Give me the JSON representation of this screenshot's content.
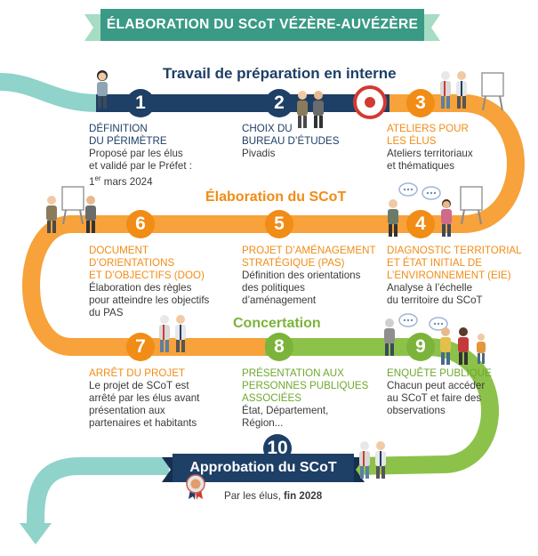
{
  "title": "ÉLABORATION DU SCoT VÉZÈRE-AUVÉZÈRE",
  "phases": {
    "internal": "Travail de préparation en interne",
    "elaboration": "Élaboration du SCoT",
    "concertation": "Concertation"
  },
  "steps": [
    {
      "num": "1",
      "title": "DÉFINITION\nDU PÉRIMÈTRE",
      "desc": "Proposé par les élus\net validé par le Préfet :\n",
      "desc_tail_1": "1",
      "desc_sup": "er",
      "desc_tail_2": " mars 2024"
    },
    {
      "num": "2",
      "title": "CHOIX DU\nBUREAU D’ÉTUDES",
      "desc": "Pivadis"
    },
    {
      "num": "3",
      "title": "ATELIERS POUR\nLES ÉLUS",
      "desc": "Ateliers territoriaux\net thématiques"
    },
    {
      "num": "4",
      "title": "DIAGNOSTIC TERRITORIAL\nET ÉTAT INITIAL DE\nL’ENVIRONNEMENT (EIE)",
      "desc": "Analyse à l’échelle\ndu territoire du SCoT"
    },
    {
      "num": "5",
      "title": "PROJET D’AMÉNAGEMENT\nSTRATÉGIQUE (PAS)",
      "desc": "Définition des orientations\ndes politiques\nd’aménagement"
    },
    {
      "num": "6",
      "title": "DOCUMENT\nD’ORIENTATIONS\nET D’OBJECTIFS (DOO)",
      "desc": "Élaboration des règles\npour atteindre les objectifs\ndu PAS"
    },
    {
      "num": "7",
      "title": "ARRÊT DU PROJET",
      "desc": "Le projet de SCoT est\narrêté par les élus avant\nprésentation aux\npartenaires et habitants"
    },
    {
      "num": "8",
      "title": "PRÉSENTATION AUX\nPERSONNES PUBLIQUES\nASSOCIÉES",
      "desc": "État, Département,\nRégion..."
    },
    {
      "num": "9",
      "title": "ENQUÊTE PUBLIQUE",
      "desc": "Chacun peut accéder\nau SCoT et faire des\nobservations"
    }
  ],
  "final": {
    "num": "10",
    "label": "Approbation du SCoT",
    "sub_prefix": "Par les élus, ",
    "sub_bold": "fin 2028"
  },
  "colors": {
    "teal": "#8fd3cb",
    "navy": "#1e3f66",
    "orange": "#f7a23a",
    "orange_text": "#f18c16",
    "green": "#8dc24a",
    "green_text": "#6ea82f",
    "title_banner": "#3a9a85",
    "title_banner_back": "#a5dcc3"
  }
}
